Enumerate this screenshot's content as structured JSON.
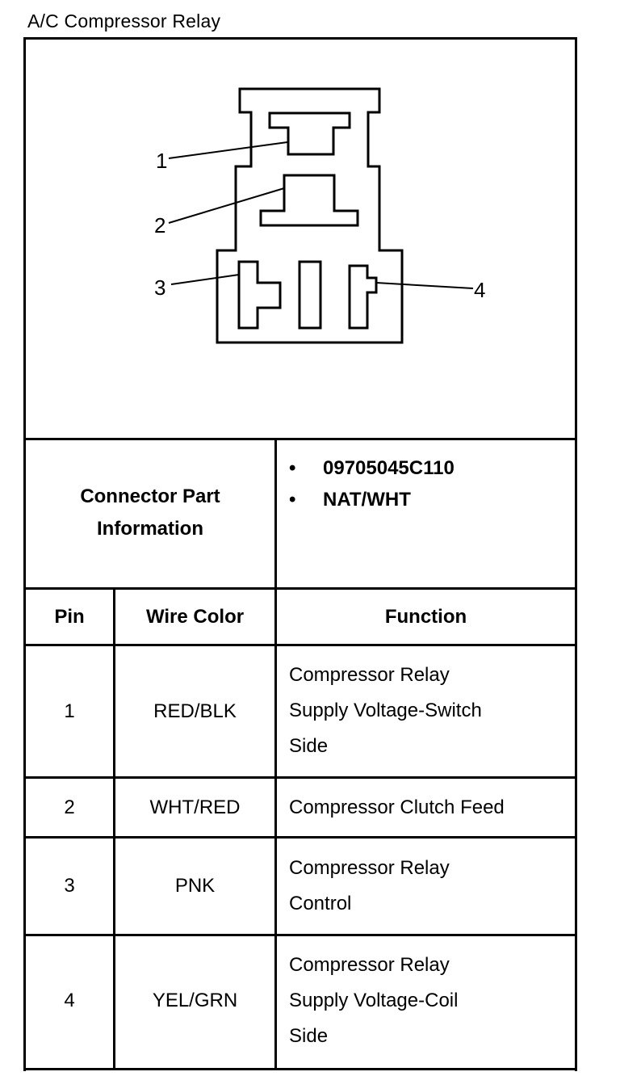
{
  "title": "A/C Compressor Relay",
  "diagram": {
    "pin_callouts": [
      "1",
      "2",
      "3",
      "4"
    ]
  },
  "connector_info": {
    "label_line1": "Connector Part",
    "label_line2": "Information",
    "bullet_glyph": "•",
    "items": [
      "09705045C110",
      "NAT/WHT"
    ]
  },
  "table": {
    "headers": {
      "pin": "Pin",
      "wire_color": "Wire Color",
      "function": "Function"
    },
    "rows": [
      {
        "pin": "1",
        "wire_color": "RED/BLK",
        "function": [
          "Compressor Relay",
          "Supply Voltage-Switch",
          "Side"
        ]
      },
      {
        "pin": "2",
        "wire_color": "WHT/RED",
        "function": [
          "Compressor Clutch Feed"
        ]
      },
      {
        "pin": "3",
        "wire_color": "PNK",
        "function": [
          "Compressor Relay",
          "Control"
        ]
      },
      {
        "pin": "4",
        "wire_color": "YEL/GRN",
        "function": [
          "Compressor Relay",
          "Supply Voltage-Coil",
          "Side"
        ]
      }
    ]
  }
}
